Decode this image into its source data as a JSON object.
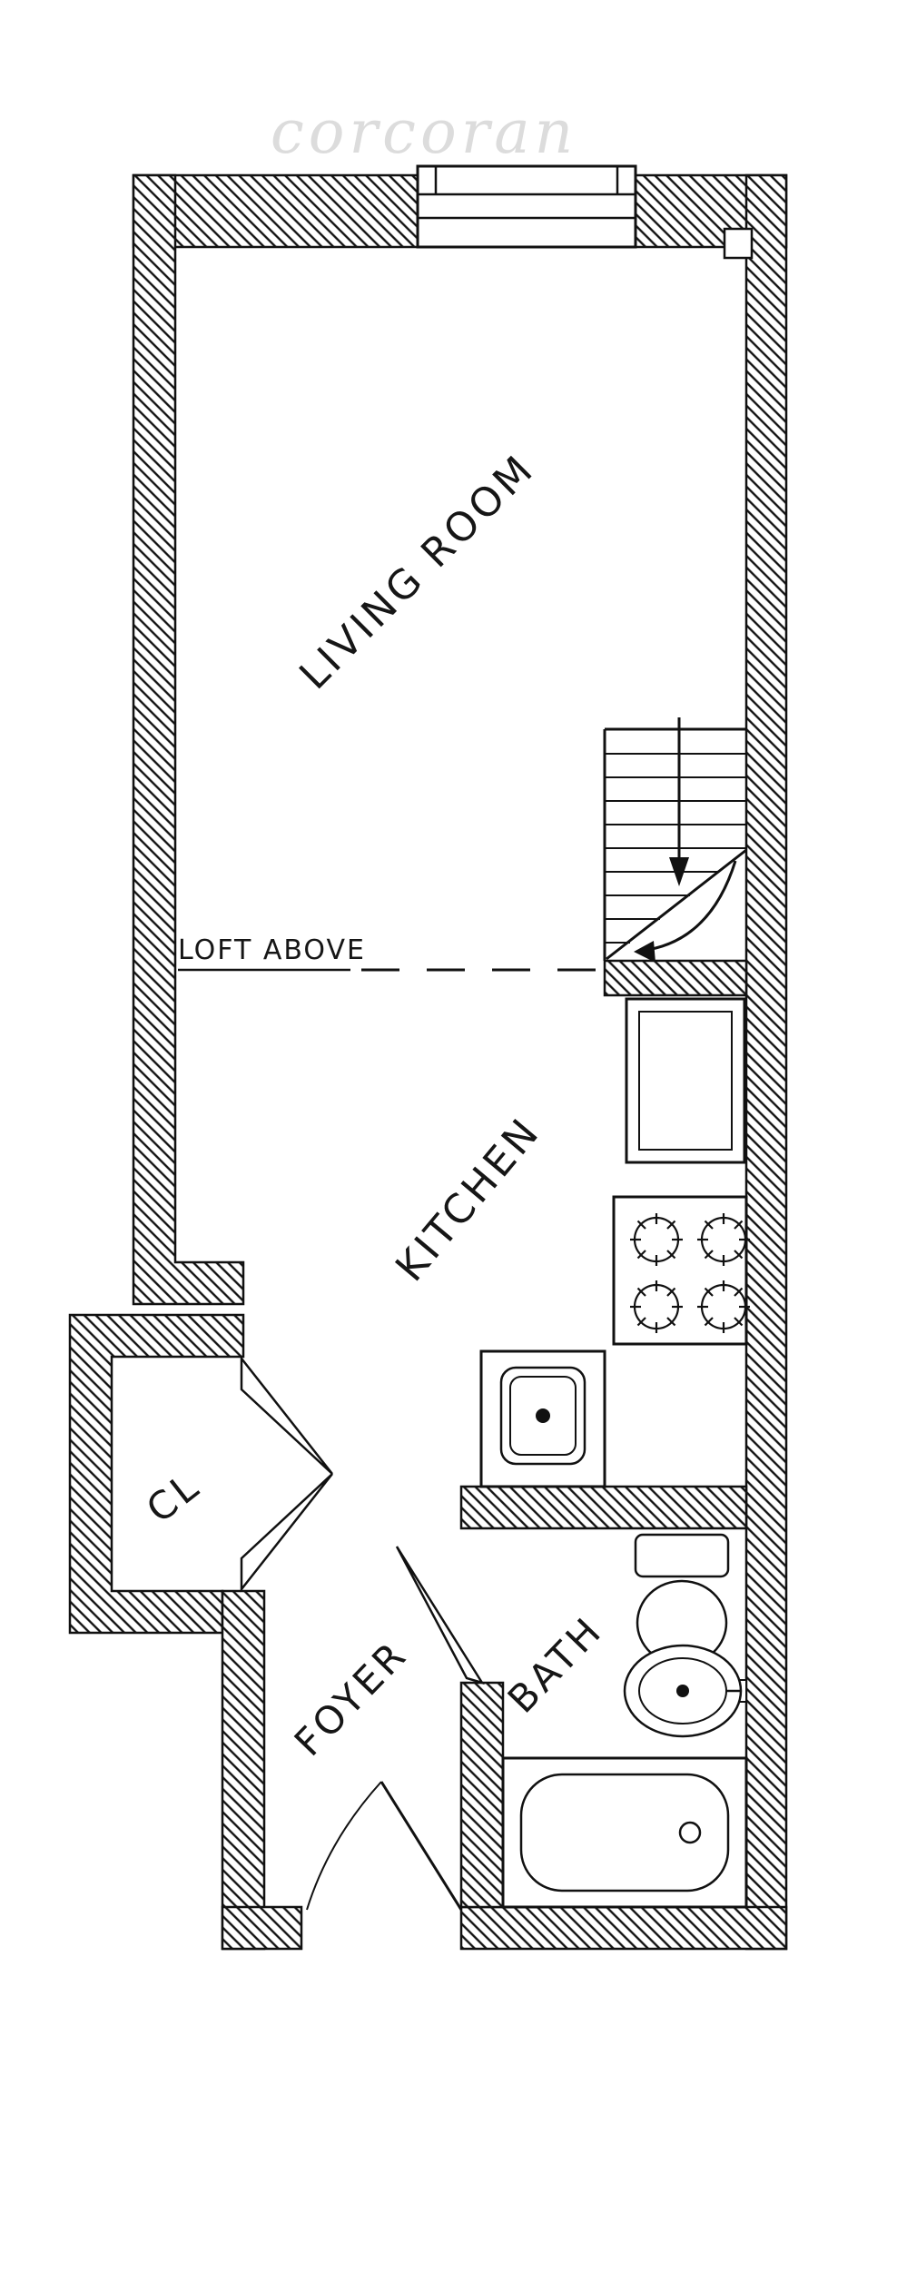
{
  "watermark": {
    "text": "corcoran",
    "color": "#dcdcdc"
  },
  "labels": {
    "living_room": "LIVING ROOM",
    "kitchen": "KITCHEN",
    "loft_above": "LOFT ABOVE",
    "closet": "CL",
    "foyer": "FOYER",
    "bath": "BATH"
  },
  "colors": {
    "ink": "#111111",
    "background": "#ffffff"
  },
  "fixtures": [
    "window",
    "stairs",
    "stair-down-arrow",
    "stair-curl-arrow",
    "refrigerator",
    "stove",
    "kitchen-sink",
    "toilet",
    "bathroom-sink",
    "bathtub",
    "closet-double-doors",
    "bath-door",
    "entry-door",
    "loft-divider-dashed-line"
  ]
}
